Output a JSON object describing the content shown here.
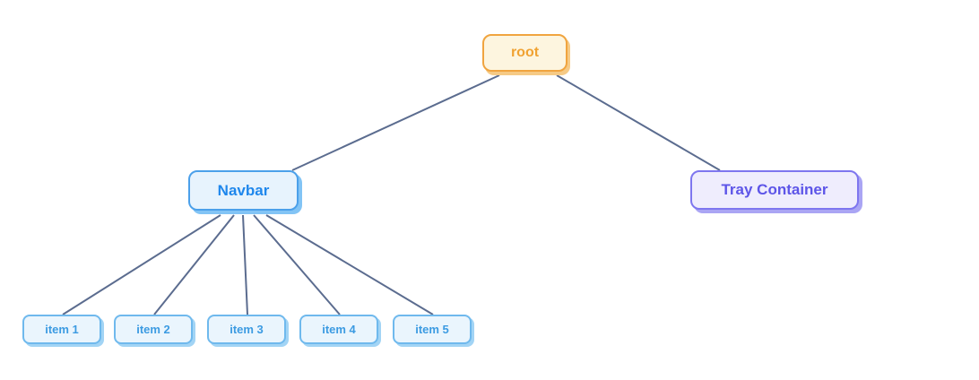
{
  "diagram": {
    "type": "tree",
    "background_color": "#ffffff",
    "edge_color": "#5b6c8f",
    "nodes": [
      {
        "id": "root",
        "label": "root",
        "variant": "orange",
        "colors": {
          "border": "#f0a43f",
          "background": "#fdf5df",
          "text": "#f0a232",
          "shadow": "#f6ca85"
        }
      },
      {
        "id": "navbar",
        "label": "Navbar",
        "variant": "blue",
        "colors": {
          "border": "#4ba0ea",
          "background": "#e7f3fd",
          "text": "#1f87ec",
          "shadow": "#82c4f5"
        }
      },
      {
        "id": "tray-container",
        "label": "Tray Container",
        "variant": "purple",
        "colors": {
          "border": "#7e76ef",
          "background": "#efedfd",
          "text": "#5d55e8",
          "shadow": "#aaa5f4"
        }
      },
      {
        "id": "item-1",
        "label": "item 1",
        "variant": "light-blue",
        "colors": {
          "border": "#6fb9ed",
          "background": "#eaf5fd",
          "text": "#3c9be2",
          "shadow": "#a2d4f5"
        }
      },
      {
        "id": "item-2",
        "label": "item 2",
        "variant": "light-blue",
        "colors": {
          "border": "#6fb9ed",
          "background": "#eaf5fd",
          "text": "#3c9be2",
          "shadow": "#a2d4f5"
        }
      },
      {
        "id": "item-3",
        "label": "item 3",
        "variant": "light-blue",
        "colors": {
          "border": "#6fb9ed",
          "background": "#eaf5fd",
          "text": "#3c9be2",
          "shadow": "#a2d4f5"
        }
      },
      {
        "id": "item-4",
        "label": "item 4",
        "variant": "light-blue",
        "colors": {
          "border": "#6fb9ed",
          "background": "#eaf5fd",
          "text": "#3c9be2",
          "shadow": "#a2d4f5"
        }
      },
      {
        "id": "item-5",
        "label": "item 5",
        "variant": "light-blue",
        "colors": {
          "border": "#6fb9ed",
          "background": "#eaf5fd",
          "text": "#3c9be2",
          "shadow": "#a2d4f5"
        }
      }
    ],
    "edges": [
      {
        "from": "root",
        "to": "navbar"
      },
      {
        "from": "root",
        "to": "tray-container"
      },
      {
        "from": "navbar",
        "to": "item-1"
      },
      {
        "from": "navbar",
        "to": "item-2"
      },
      {
        "from": "navbar",
        "to": "item-3"
      },
      {
        "from": "navbar",
        "to": "item-4"
      },
      {
        "from": "navbar",
        "to": "item-5"
      }
    ]
  }
}
